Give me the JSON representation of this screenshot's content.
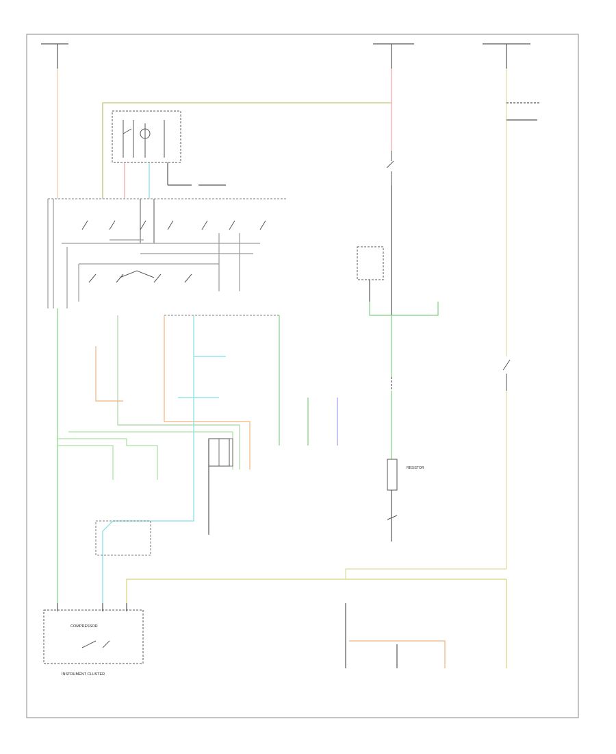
{
  "colors": {
    "yellow": "#d9d27a",
    "green": "#7fd17f",
    "pink": "#f2a0a0",
    "cyan": "#7fe0e6",
    "orange": "#f2b27a",
    "blue": "#a0a0f0",
    "tan": "#d8c08a",
    "black": "#555555",
    "gray": "#9a9a9a"
  },
  "labels": {
    "top_left_fuse": "",
    "top_mid_fuse": "",
    "top_right_fuse": "",
    "relay_box": "",
    "multi_switch": "",
    "stoplamp_switch": "",
    "compressor": "COMPRESSOR",
    "instrument_cluster": "INSTRUMENT CLUSTER",
    "resistor": "RESISTOR",
    "footer_code": ""
  }
}
